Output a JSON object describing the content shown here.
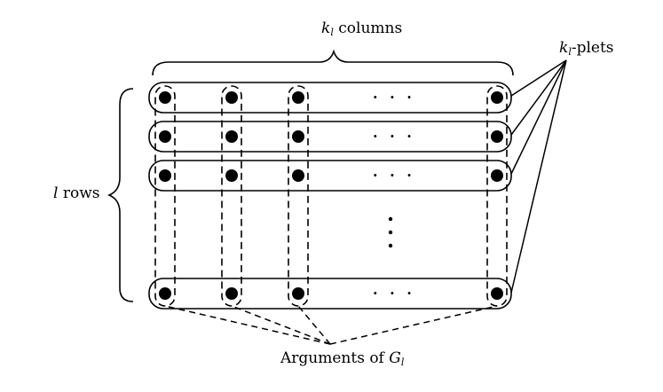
{
  "labels": {
    "columns": {
      "var": "k",
      "sub": "l",
      "text": " columns"
    },
    "rows": {
      "var": "l",
      "text": " rows"
    },
    "kplets": {
      "var": "k",
      "sub": "l",
      "text": "-plets"
    },
    "arguments": {
      "text": "Arguments of ",
      "var": "G",
      "sub": "l"
    },
    "ellipsis_h": "· · ·",
    "ellipsis_v": "·"
  },
  "grid": {
    "rows_shown": [
      "row-1",
      "row-2",
      "row-3",
      "row-l"
    ],
    "columns_shown": [
      "col-1",
      "col-2",
      "col-3",
      "col-kl"
    ]
  }
}
